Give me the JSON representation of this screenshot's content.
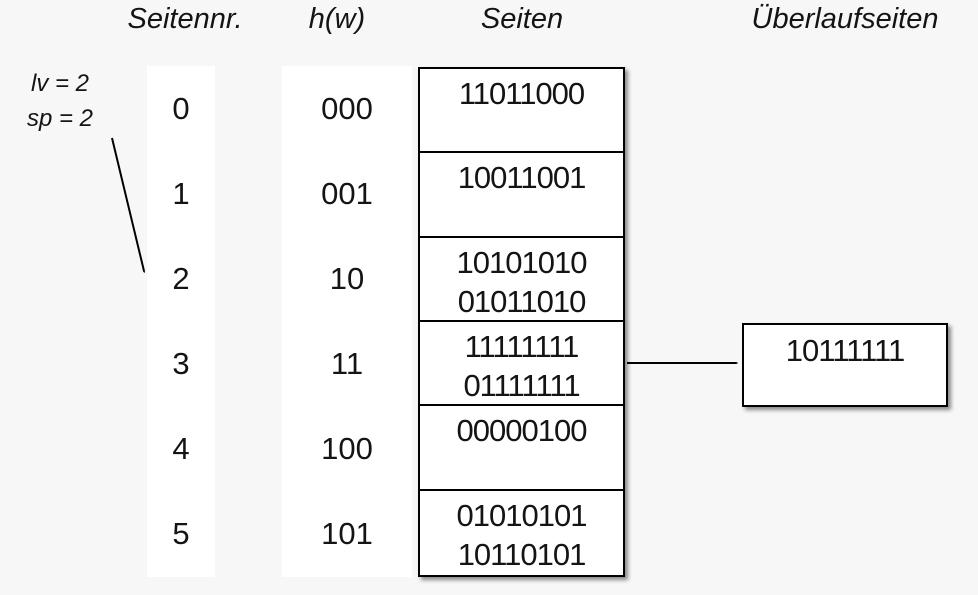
{
  "headers": {
    "seitennr": "Seitennr.",
    "hw": "h(w)",
    "seiten": "Seiten",
    "ueberlaufseiten": "Überlaufseiten"
  },
  "annotation": {
    "line1": "lv = 2",
    "line2": "sp = 2"
  },
  "page_numbers": [
    "0",
    "1",
    "2",
    "3",
    "4",
    "5"
  ],
  "hash_values": [
    "000",
    "001",
    "10",
    "11",
    "100",
    "101"
  ],
  "pages": [
    [
      "11011000"
    ],
    [
      "10011001"
    ],
    [
      "10101010",
      "01011010"
    ],
    [
      "11111111",
      "01111111"
    ],
    [
      "00000100"
    ],
    [
      "01010101",
      "10110101"
    ]
  ],
  "overflow": {
    "value": "10111111",
    "linked_from_page": "3"
  },
  "colors": {
    "bg": "#f7f7f7",
    "panel": "#ffffff",
    "border": "#000000",
    "text": "#141414"
  }
}
